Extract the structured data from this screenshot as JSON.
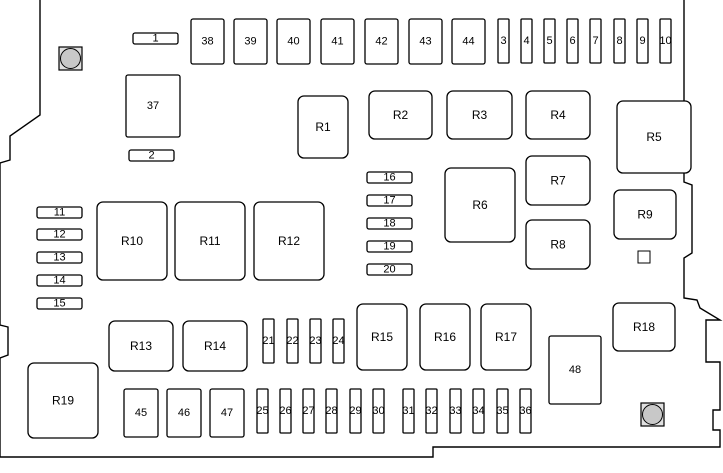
{
  "diagram": {
    "relays": {
      "R1": "R1",
      "R2": "R2",
      "R3": "R3",
      "R4": "R4",
      "R5": "R5",
      "R6": "R6",
      "R7": "R7",
      "R8": "R8",
      "R9": "R9",
      "R10": "R10",
      "R11": "R11",
      "R12": "R12",
      "R13": "R13",
      "R14": "R14",
      "R15": "R15",
      "R16": "R16",
      "R17": "R17",
      "R18": "R18",
      "R19": "R19"
    },
    "fuses": {
      "f1": "1",
      "f2": "2",
      "f3": "3",
      "f4": "4",
      "f5": "5",
      "f6": "6",
      "f7": "7",
      "f8": "8",
      "f9": "9",
      "f10": "10",
      "f11": "11",
      "f12": "12",
      "f13": "13",
      "f14": "14",
      "f15": "15",
      "f16": "16",
      "f17": "17",
      "f18": "18",
      "f19": "19",
      "f20": "20",
      "f21": "21",
      "f22": "22",
      "f23": "23",
      "f24": "24",
      "f25": "25",
      "f26": "26",
      "f27": "27",
      "f28": "28",
      "f29": "29",
      "f30": "30",
      "f31": "31",
      "f32": "32",
      "f33": "33",
      "f34": "34",
      "f35": "35",
      "f36": "36",
      "f37": "37",
      "f38": "38",
      "f39": "39",
      "f40": "40",
      "f41": "41",
      "f42": "42",
      "f43": "43",
      "f44": "44",
      "f45": "45",
      "f46": "46",
      "f47": "47",
      "f48": "48"
    }
  }
}
